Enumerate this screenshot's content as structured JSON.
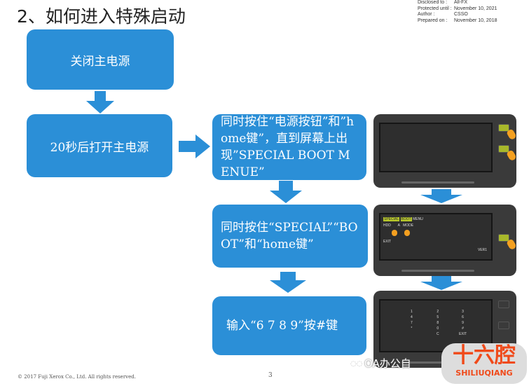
{
  "title": "2、如何进入特殊启动",
  "meta": [
    {
      "k": "Disclosed to :",
      "v": "All-FX"
    },
    {
      "k": "Protected until :",
      "v": "November 10, 2021"
    },
    {
      "k": "Author :",
      "v": "CSSO"
    },
    {
      "k": "Prepared on :",
      "v": "November 10, 2018"
    }
  ],
  "steps": {
    "s1": "关闭主电源",
    "s2": "20秒后打开主电源",
    "s3": "同时按住“电源按钮”和”home键”，直到屏幕上出现”SPECIAL BOOT MENUE”",
    "s4": "同时按住“SPECIAL”“BOOT”和“home键”",
    "s5": "输入“6 7 8 9”按#键"
  },
  "screen2": {
    "special": "SPECIAL",
    "boot": "BOOT",
    "menu": "MENU",
    "hdd": "HDD",
    "am": "A",
    "mode": "MODE",
    "exit": "EXIT",
    "ver": "VER1"
  },
  "keypad": {
    "col1": [
      "1",
      "4",
      "7",
      "*"
    ],
    "col2": [
      "2",
      "5",
      "8",
      "0",
      "C"
    ],
    "col3": [
      "3",
      "6",
      "9",
      "#",
      "EXIT"
    ]
  },
  "footer": {
    "copyright": "© 2017 Fuji Xerox Co., Ltd. All rights reserved.",
    "page": "3"
  },
  "watermark": {
    "account": "OA办公自",
    "logo": "十六腔",
    "logo_sub": "SHILIUQIANG"
  },
  "colors": {
    "box": "#2b8fd7"
  }
}
